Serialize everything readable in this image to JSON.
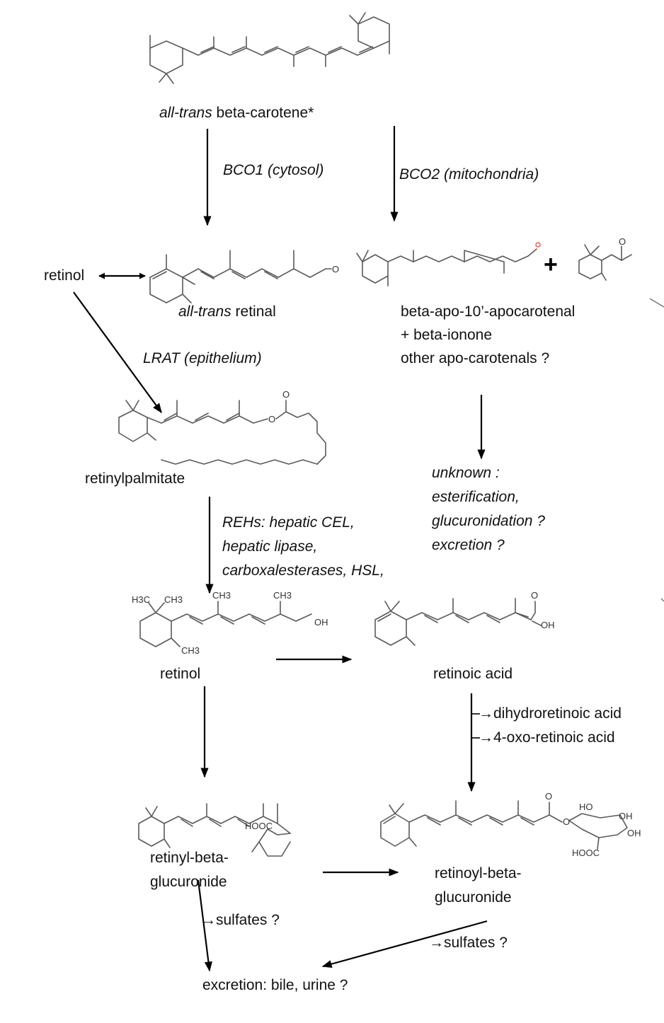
{
  "labels": {
    "beta_carotene_italic": "all-trans",
    "beta_carotene_rest": " beta-carotene*",
    "bco1": "BCO1 (cytosol)",
    "bco2": "BCO2 (mitochondria)",
    "retinol_side": "retinol",
    "retinal_italic": "all-trans",
    "retinal_rest": " retinal",
    "apo_line1": "beta-apo-10’-apocarotenal",
    "apo_line2": "+ beta-ionone",
    "apo_line3": "other apo-carotenals ?",
    "lrat": "LRAT (epithelium)",
    "retinylpalmitate": "retinylpalmitate",
    "unknown_line1": "unknown :",
    "unknown_line2": "esterification,",
    "unknown_line3": "glucuronidation ?",
    "unknown_line4": "excretion ?",
    "rehs_line1": "REHs: hepatic CEL,",
    "rehs_line2": "hepatic lipase,",
    "rehs_line3": "carboxalesterases, HSL,",
    "retinol": "retinol",
    "retinoic_acid": "retinoic acid",
    "dihydro": "→dihydroretinoic acid",
    "oxo": "→4-oxo-retinoic acid",
    "retinyl_gluc_line1": "retinyl-beta-",
    "retinyl_gluc_line2": "glucuronide",
    "retinoyl_gluc_line1": "retinoyl-beta-",
    "retinoyl_gluc_line2": "glucuronide",
    "sulfates_left": "→sulfates ?",
    "sulfates_right": "→sulfates ?",
    "excretion": "excretion: bile, urine ?"
  },
  "atoms": {
    "o": "O",
    "oh": "OH",
    "ho": "HO",
    "hooc": "HOOC",
    "h3c": "H3C",
    "ch3": "CH3"
  },
  "plus": "+"
}
